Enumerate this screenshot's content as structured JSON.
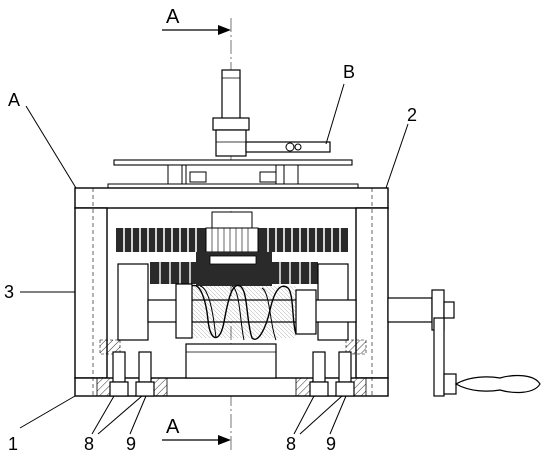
{
  "labels": {
    "section_top": "A",
    "section_bottom": "A",
    "label_A": "A",
    "label_B": "B",
    "label_1": "1",
    "label_2": "2",
    "label_3": "3",
    "label_8_left": "8",
    "label_9_left": "9",
    "label_8_right": "8",
    "label_9_right": "9"
  },
  "colors": {
    "line": "#000000",
    "gear_dark": "#2a2a2a",
    "hatch": "#000000",
    "centerline": "#666666"
  }
}
